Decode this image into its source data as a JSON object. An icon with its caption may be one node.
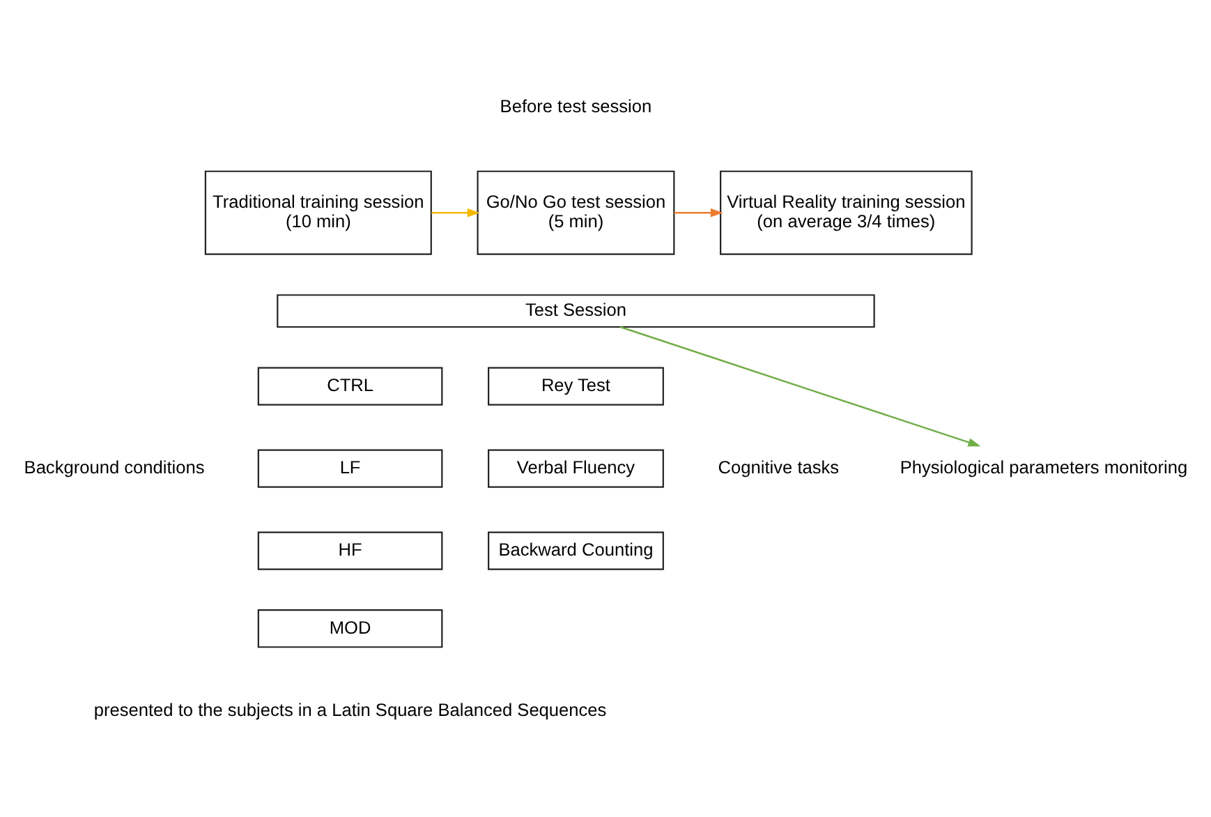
{
  "diagram": {
    "nodes": [
      {
        "text": [
          "Traditional training session",
          "(10 min)"
        ]
      },
      {
        "text": [
          "Go/No Go test session",
          "(5 min)"
        ]
      },
      {
        "text": [
          "Virtual Reality training session",
          "(on average 3/4 times)"
        ]
      },
      {
        "text": [
          "Test Session"
        ]
      },
      {
        "text": [
          "Physiological parameters monitoring"
        ]
      },
      {
        "text": [
          "CTRL"
        ]
      },
      {
        "text": [
          "LF"
        ]
      },
      {
        "text": [
          "HF"
        ]
      },
      {
        "text": [
          "MOD"
        ]
      },
      {
        "text": [
          "Rey Test"
        ]
      },
      {
        "text": [
          "Verbal Fluency"
        ]
      },
      {
        "text": [
          "Backward Counting"
        ]
      }
    ],
    "edges": [
      {
        "from": 0,
        "to": 1,
        "arrow": "to",
        "color": "#f5b800"
      },
      {
        "from": 1,
        "to": 2,
        "arrow": "to",
        "color": "#ed7d31"
      },
      {
        "from": 3,
        "to": 4,
        "arrow": "to",
        "color": "#70ad47"
      }
    ],
    "labels": [
      "Before test session",
      "Background conditions",
      "Cognitive tasks",
      "presented to the subjects in a Latin Square Balanced Sequences"
    ]
  }
}
